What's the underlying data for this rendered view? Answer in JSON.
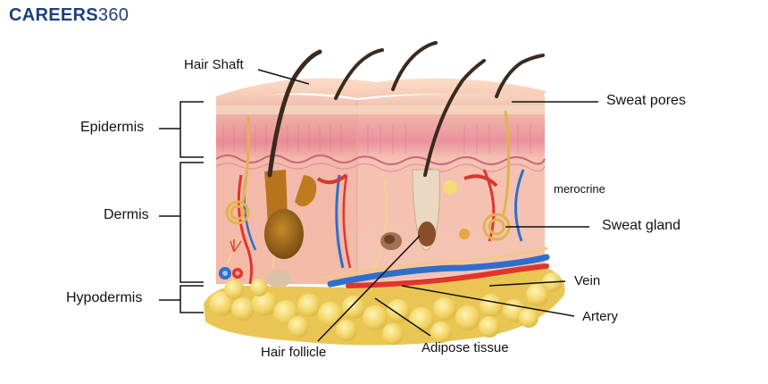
{
  "brand": {
    "name": "CAREERS",
    "number": "360"
  },
  "labels": {
    "hair_shaft": "Hair Shaft",
    "epidermis": "Epidermis",
    "dermis": "Dermis",
    "hypodermis": "Hypodermis",
    "sweat_pores": "Sweat pores",
    "merocrine": "merocrine",
    "sweat_gland": "Sweat gland",
    "vein": "Vein",
    "artery": "Artery",
    "hair_follicle": "Hair follicle",
    "adipose_tissue": "Adipose tissue"
  },
  "colors": {
    "skin_top": "#f6c9b0",
    "epidermis": "#f0a7a2",
    "dermis": "#f6bfae",
    "fat": "#f3d76a",
    "artery": "#e2352b",
    "vein": "#2f6fc9",
    "hair": "#3b2a1e",
    "brand": "#1f3f78"
  }
}
